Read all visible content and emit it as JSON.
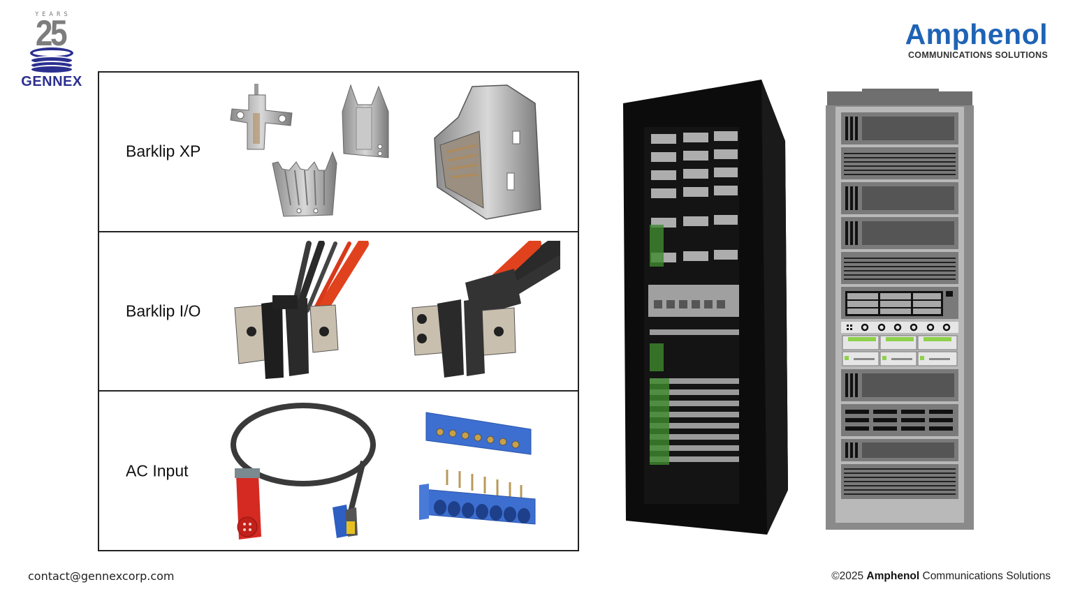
{
  "logos": {
    "gennex": {
      "years_label": "YEARS",
      "anniversary_number": "25",
      "wordmark": "GENNEX",
      "color": "#2b2f8f"
    },
    "amphenol": {
      "wordmark": "Amphenol",
      "subtitle": "COMMUNICATIONS SOLUTIONS",
      "color": "#1f63b5"
    }
  },
  "product_table": {
    "rows": [
      {
        "label": "Barklip XP",
        "images": [
          "barklip-xp-cross-clip",
          "barklip-xp-u-clip",
          "barklip-xp-angled-clip",
          "barklip-xp-large-clip"
        ]
      },
      {
        "label": "Barklip I/O",
        "images": [
          "barklip-io-cable-assembly-front",
          "barklip-io-cable-assembly-side"
        ]
      },
      {
        "label": "AC Input",
        "images": [
          "ac-input-cable-with-red-plug",
          "ac-input-blue-terminal-blocks"
        ]
      }
    ]
  },
  "illustrations": {
    "rack_photo": "black-server-rack",
    "rack_diagram": "gray-server-rack-diagram"
  },
  "footer": {
    "email": "contact@gennexcorp.com",
    "copyright_prefix": "©2025 ",
    "copyright_brand": "Amphenol",
    "copyright_suffix": " Communications Solutions"
  }
}
